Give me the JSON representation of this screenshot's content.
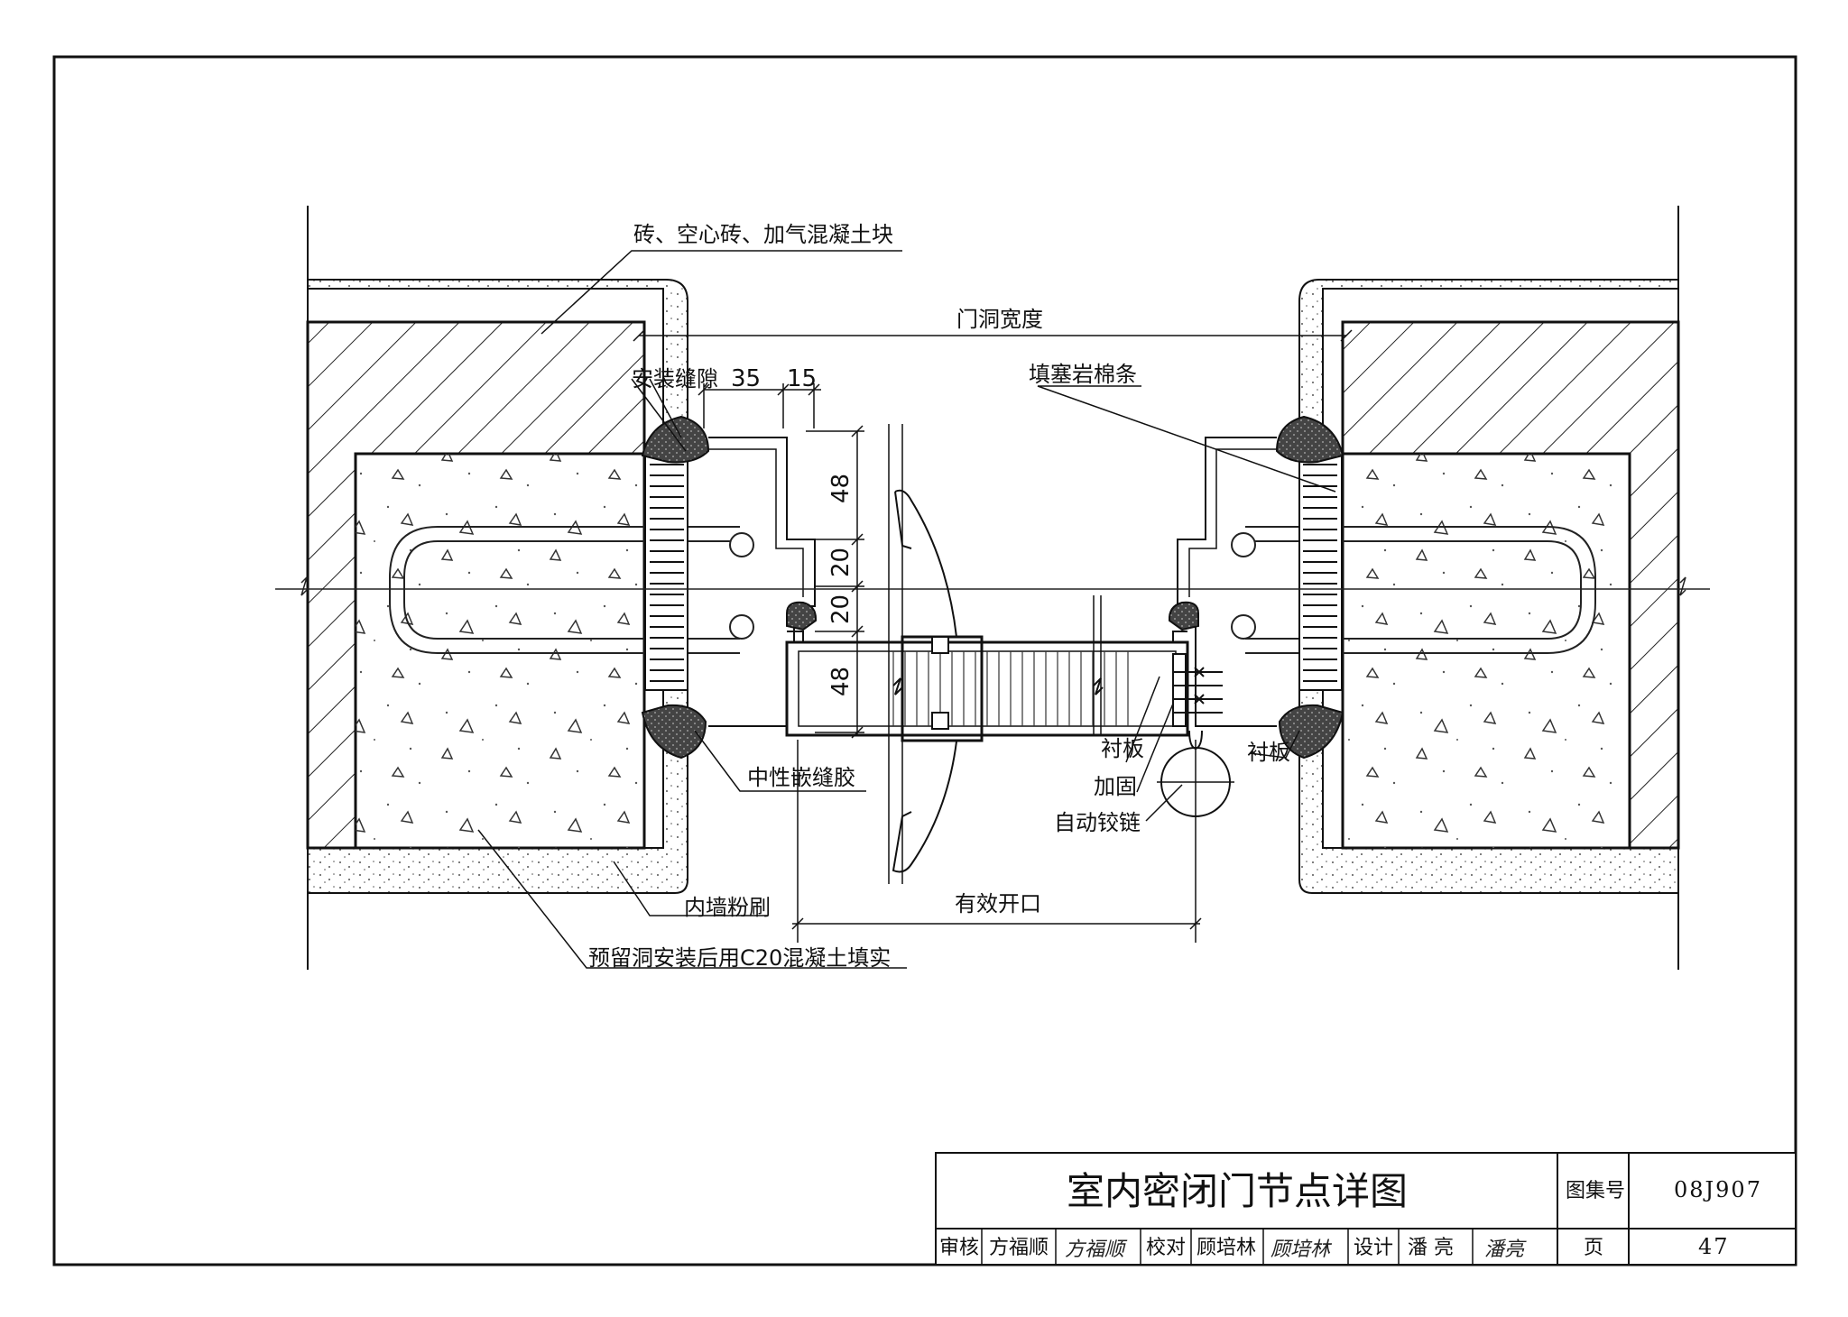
{
  "labels": {
    "brick": "砖、空心砖、加气混凝土块",
    "opening_width": "门洞宽度",
    "install_gap": "安装缝隙",
    "dim_35": "35",
    "dim_15": "15",
    "dim_48_top": "48",
    "dim_20_a": "20",
    "dim_20_b": "20",
    "dim_48_bottom": "48",
    "rock_wool": "填塞岩棉条",
    "neutral_sealant": "中性嵌缝胶",
    "liner_left": "衬板",
    "reinforce": "加固",
    "auto_hinge": "自动铰链",
    "liner_right": "衬板",
    "inner_plaster": "内墙粉刷",
    "effective_opening": "有效开口",
    "c20_fill": "预留洞安装后用C20混凝土填实"
  },
  "title_block": {
    "title": "室内密闭门节点详图",
    "atlas_label": "图集号",
    "atlas_number": "08J907",
    "review_label": "审核",
    "reviewer": "方福顺",
    "reviewer_signature": "方福顺",
    "check_label": "校对",
    "checker": "顾培林",
    "checker_signature": "顾培林",
    "design_label": "设计",
    "designer": "潘 亮",
    "designer_signature": "潘亮",
    "page_label": "页",
    "page_number": "47"
  }
}
